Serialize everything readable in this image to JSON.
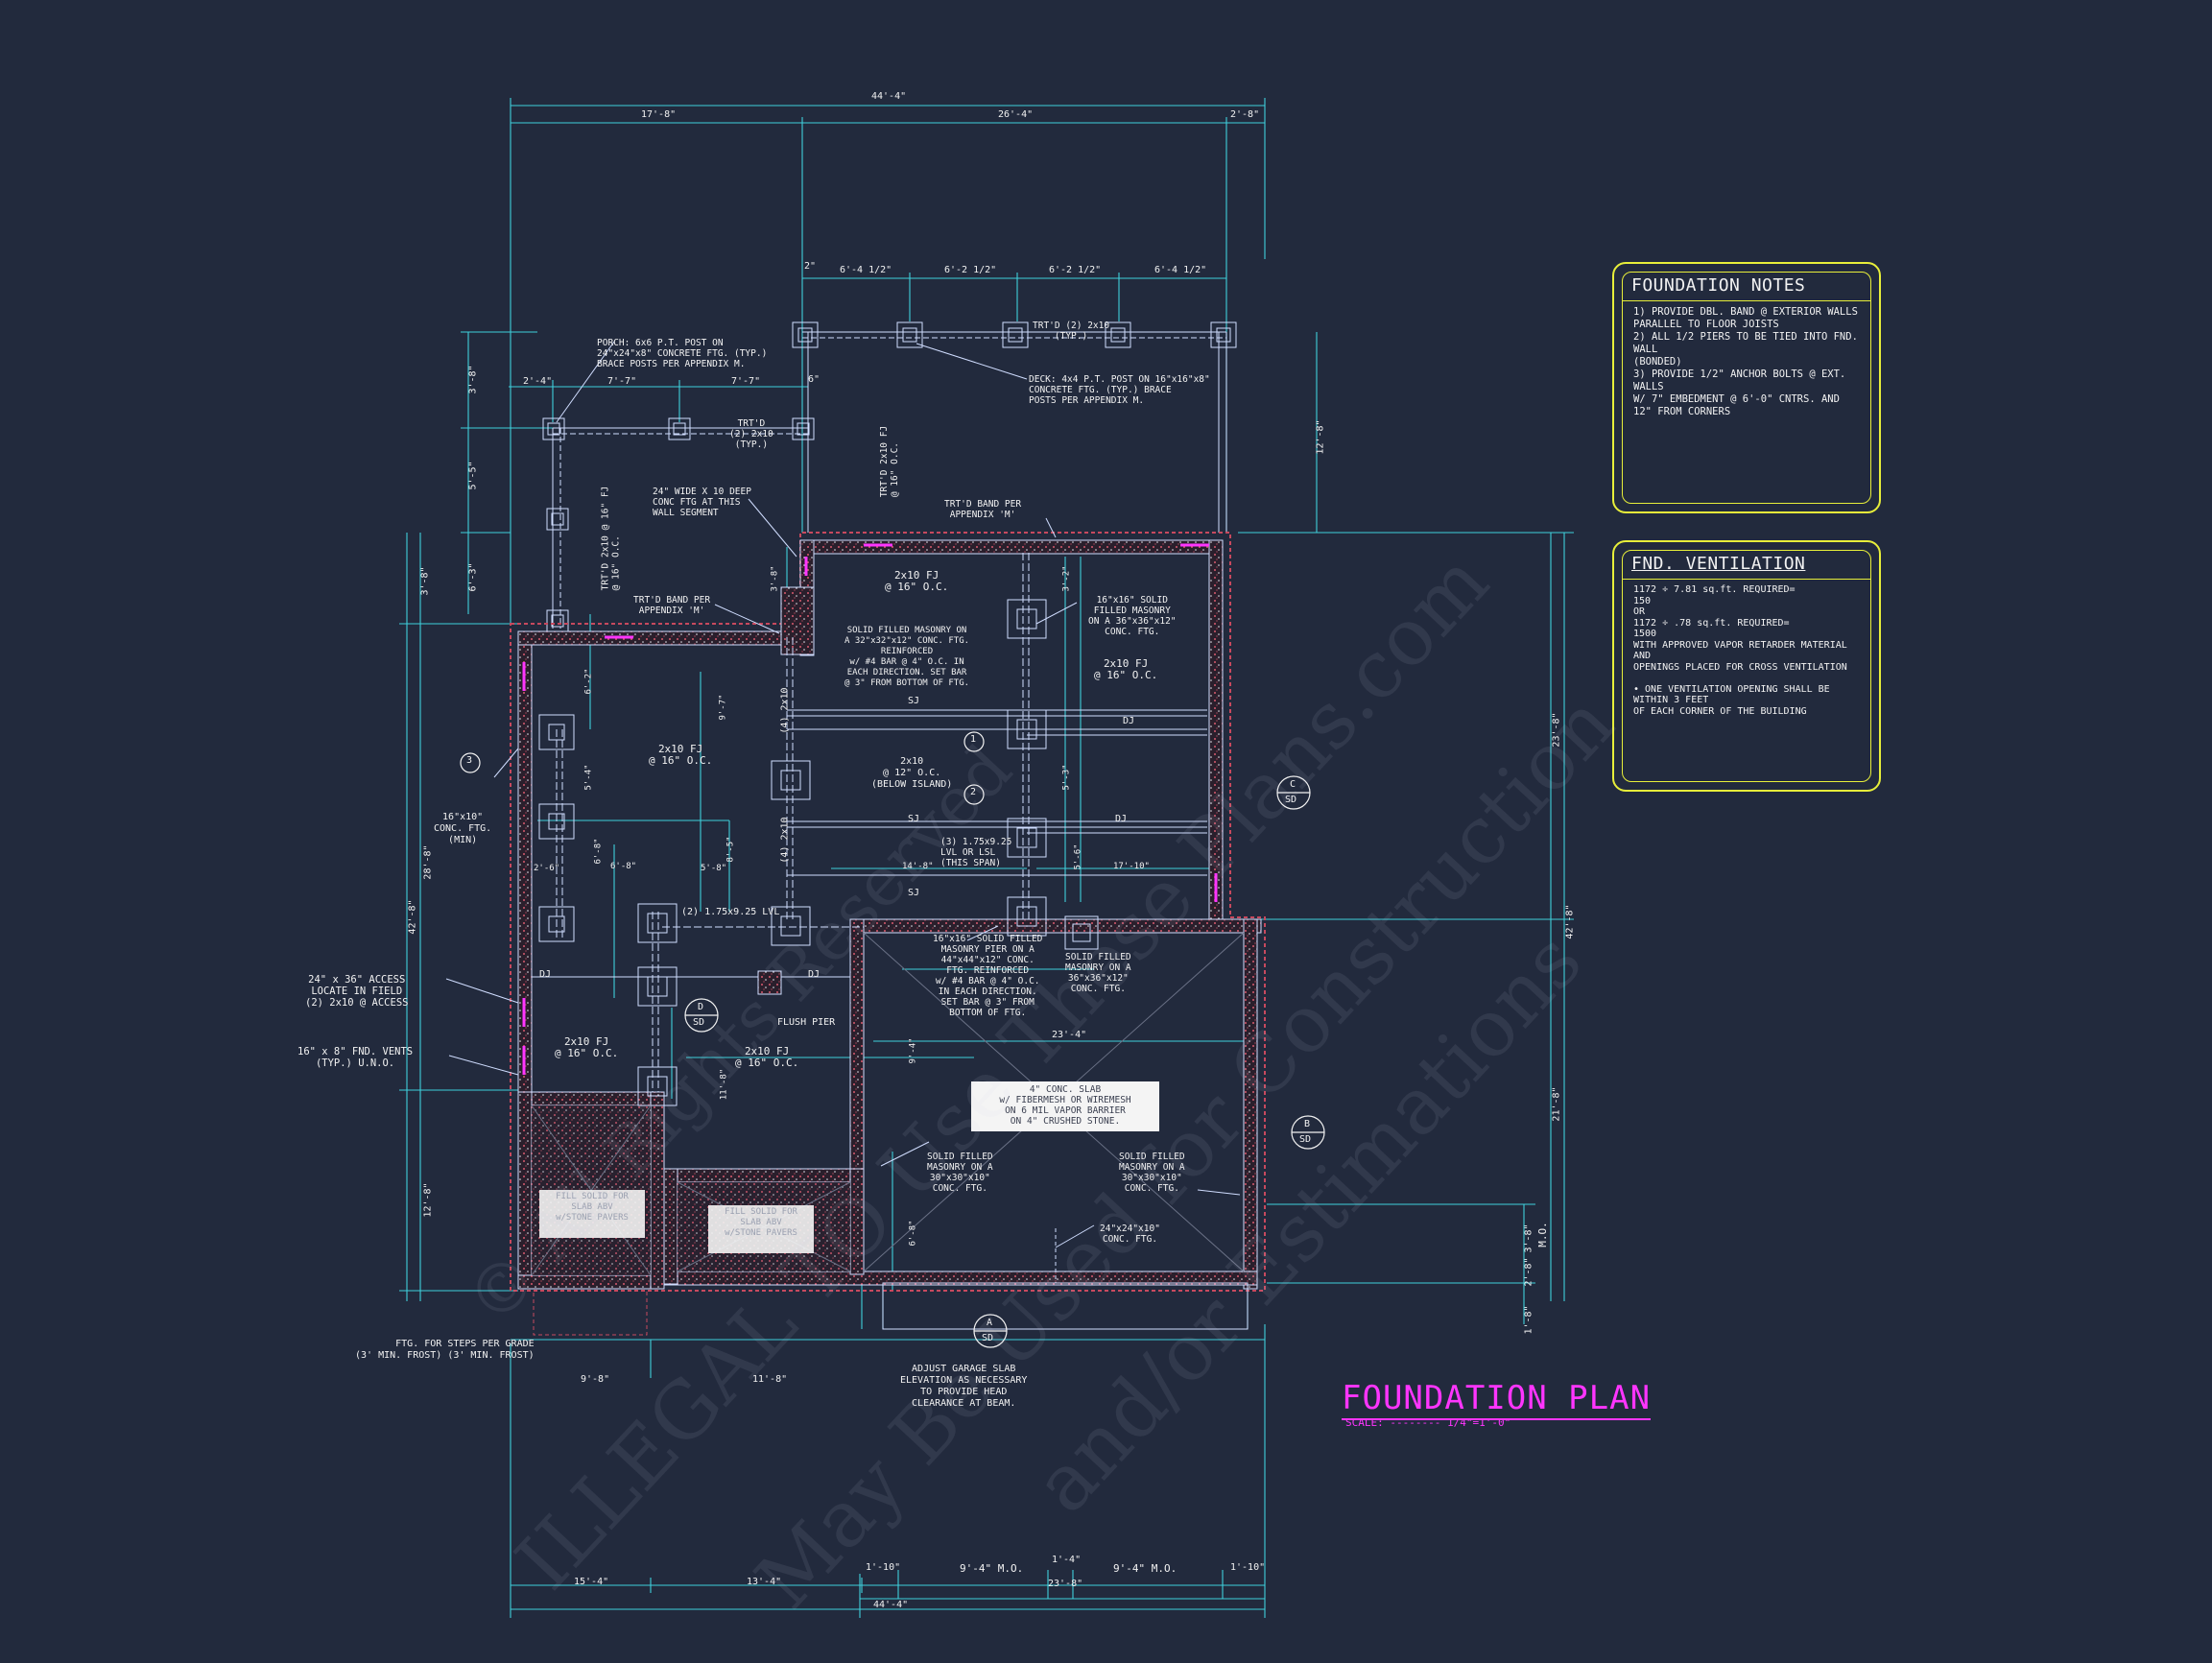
{
  "colors": {
    "background": "#222a3d",
    "dimension": "#3fd0dc",
    "wall": "#d0ddff",
    "footing": "#c7495e",
    "accent": "#ff35ff",
    "notes_border": "#e7ee3a",
    "text": "#f2f2f2"
  },
  "title": {
    "text": "FOUNDATION PLAN",
    "scale": "SCALE: -------- 1/4\"=1'-0\""
  },
  "watermark": {
    "lines": [
      "© All Rights Reserved",
      "ILLEGAL TO Use These Plans.com",
      "May Be Used for Construction",
      "and/or Estimations"
    ]
  },
  "notes_panel": {
    "title": "FOUNDATION NOTES",
    "body": "1) PROVIDE DBL. BAND @ EXTERIOR WALLS\n   PARALLEL TO FLOOR JOISTS\n2) ALL 1/2 PIERS TO BE TIED INTO FND. WALL\n   (BONDED)\n3) PROVIDE 1/2\" ANCHOR BOLTS @ EXT. WALLS\n   W/ 7\" EMBEDMENT @ 6'-0\" CNTRS. AND\n   12\" FROM CORNERS"
  },
  "ventilation_panel": {
    "title": "FND. VENTILATION",
    "body": "1172 ÷ 7.81 sq.ft. REQUIRED=\n150\n         OR\n1172 ÷ .78 sq.ft. REQUIRED=\n1500\nWITH APPROVED VAPOR RETARDER MATERIAL AND\nOPENINGS PLACED FOR CROSS VENTILATION\n\n• ONE VENTILATION OPENING SHALL BE WITHIN 3 FEET\n  OF EACH CORNER OF THE BUILDING"
  },
  "dimensions": {
    "top_overall": "44'-4\"",
    "top_left": "17'-8\"",
    "top_mid": "26'-4\"",
    "top_right": "2'-8\"",
    "deck_2": "2\"",
    "deck_a": "6'-4 1/2\"",
    "deck_b": "6'-2 1/2\"",
    "deck_c": "6'-2 1/2\"",
    "deck_d": "6'-4 1/2\"",
    "porch_a": "2'-4\"",
    "porch_b": "7'-7\"",
    "porch_c": "7'-7\"",
    "porch_6": "6\"",
    "left_a": "3'-8\"",
    "left_b": "5'-5\"",
    "left_c": "6'-3\"",
    "left_d": "3'-8\"",
    "left_e": "28'-8\"",
    "left_f": "12'-8\"",
    "left_overall": "42'-8\"",
    "right_deck": "12'-8\"",
    "right_a": "23'-8\"",
    "right_b": "21'-8\"",
    "right_overall": "42'-8\"",
    "right_c": "3'-8\"",
    "right_d": "2'-8\"",
    "right_e": "1'-8\"",
    "mo_right": "M.O.",
    "garage_width": "23'-4\"",
    "bot_a1": "9'-8\"",
    "bot_a2": "11'-8\"",
    "bot_1": "15'-4\"",
    "bot_2": "13'-4\"",
    "bot_3": "23'-8\"",
    "bot_4": "1'-10\"",
    "bot_5": "9'-4\" M.O.",
    "bot_6": "1'-4\"",
    "bot_7": "9'-4\" M.O.",
    "bot_8": "1'-10\"",
    "bot_overall": "44'-4\"",
    "int_1": "14'-8\"",
    "int_2": "17'-10\"",
    "int_3": "6'-8\"",
    "int_4": "5'-8\"",
    "int_5": "2'-6\"",
    "int_6": "8'-5\"",
    "int_7": "3'-8\"",
    "int_8": "6'-2\"",
    "int_9": "5'-4\"",
    "int_10": "9'-7\"",
    "int_11": "3'-2\"",
    "int_12": "5'-3\"",
    "int_13": "6'-8\"",
    "int_14": "11'-8\"",
    "int_15": "9'-4\"",
    "int_16": "6'-8\"",
    "int_17": "5'-6\""
  },
  "labels": {
    "porch_post": "PORCH: 6x6 P.T. POST ON\n24\"x24\"x8\" CONCRETE FTG. (TYP.)\nBRACE POSTS PER APPENDIX M.",
    "deck_post": "DECK: 4x4 P.T. POST ON 16\"x16\"x8\"\nCONCRETE FTG. (TYP.) BRACE\nPOSTS PER APPENDIX M.",
    "trtd_top": "TRT'D (2) 2x10\n(TYP.)",
    "trtd_porch": "TRT'D\n(2) 2x10\n(TYP.)",
    "trtd_vert_a": "TRT'D 2x10 FJ\n@ 16\" O.C.",
    "trtd_vert_b": "TRT'D 2x10 @ 16\" FJ\n@ 16\" O.C.",
    "wall_ftg": "24\" WIDE X 10 DEEP\nCONC FTG AT THIS\nWALL SEGMENT",
    "band_right": "TRT'D BAND PER\nAPPENDIX 'M'",
    "band_left": "TRT'D BAND PER\nAPPENDIX 'M'",
    "fj_top": "2x10 FJ\n@ 16\" O.C.",
    "solid_masonry_top": "SOLID FILLED MASONRY ON\nA 32\"x32\"x12\" CONC. FTG.\nREINFORCED\nw/ #4 BAR @ 4\" O.C. IN\nEACH DIRECTION. SET BAR\n@ 3\" FROM BOTTOM OF FTG.",
    "pier_16": "16\"x16\" SOLID\nFILLED MASONRY\nON A 36\"x36\"x12\"\nCONC. FTG.",
    "fj_right": "2x10 FJ\n@ 16\" O.C.",
    "fj_left": "2x10 FJ\n@ 16\" O.C.",
    "fj_island": "2x10\n@ 12\" O.C.\n(BELOW ISLAND)",
    "lvl": "(3) 1.75x9.25\nLVL OR LSL\n(THIS SPAN)",
    "lvl_2": "(2) 1.75x9.25 LVL",
    "beam_a": "(4) 2x10",
    "beam_b": "(4) 2x10",
    "sj_1": "SJ",
    "sj_2": "SJ",
    "sj_3": "SJ",
    "dj_1": "DJ",
    "dj_2": "DJ",
    "dj_3": "DJ",
    "dj_4": "DJ",
    "conc_ftg": "16\"x10\"\nCONC. FTG.\n(MIN)",
    "access": "24\" x 36\" ACCESS\nLOCATE IN FIELD\n(2) 2x10 @ ACCESS",
    "vents": "16\" x 8\" FND. VENTS\n(TYP.) U.N.O.",
    "fj_bottom": "2x10 FJ\n@ 16\" O.C.",
    "fj_bottom_left": "2x10 FJ\n@ 16\" O.C.",
    "flush_pier": "FLUSH PIER",
    "pier_44": "16\"x16\" SOLID FILLED\nMASONRY PIER ON A\n44\"x44\"x12\" CONC.\nFTG. REINFORCED\nw/ #4 BAR @ 4\" O.C.\nIN EACH DIRECTION.\nSET BAR @ 3\" FROM\nBOTTOM OF FTG.",
    "masonry_36": "SOLID FILLED\nMASONRY ON A\n36\"x36\"x12\"\nCONC. FTG.",
    "slab": "4\" CONC. SLAB\nw/ FIBERMESH OR WIREMESH\nON 6 MIL VAPOR BARRIER\nON 4\" CRUSHED STONE.",
    "masonry_left": "SOLID FILLED\nMASONRY ON A\n30\"x30\"x10\"\nCONC. FTG.",
    "masonry_right": "SOLID FILLED\nMASONRY ON A\n30\"x30\"x10\"\nCONC. FTG.",
    "ftg_24": "24\"x24\"x10\"\nCONC. FTG.",
    "fill_a": "FILL SOLID FOR\nSLAB ABV\nw/STONE PAVERS",
    "fill_b": "FILL SOLID FOR\nSLAB ABV\nw/STONE PAVERS",
    "steps": "FTG. FOR STEPS PER GRADE\n(3' MIN. FROST) (3' MIN. FROST)",
    "garage": "ADJUST GARAGE SLAB\nELEVATION AS NECESSARY\nTO PROVIDE HEAD\nCLEARANCE AT BEAM.",
    "mo": "M.O."
  },
  "callouts": {
    "c1": "1",
    "c2": "2",
    "c3": "3",
    "sec_c": [
      "C",
      "SD"
    ],
    "sec_d": [
      "D",
      "SD"
    ],
    "sec_b": [
      "B",
      "SD"
    ],
    "sec_a": [
      "A",
      "SD"
    ]
  }
}
